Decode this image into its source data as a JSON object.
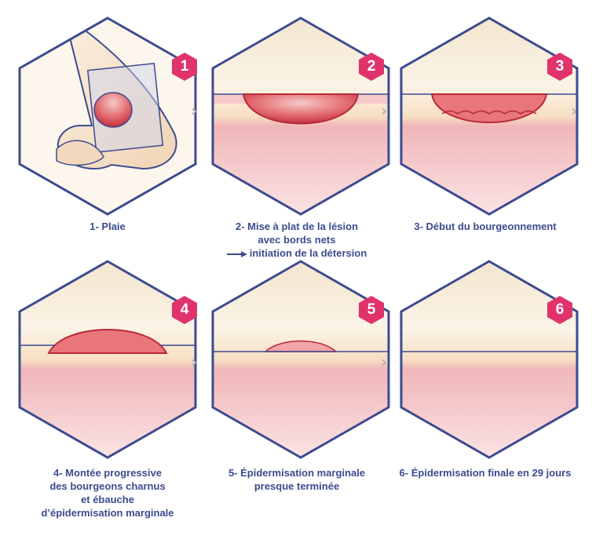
{
  "colors": {
    "outline": "#3d4b8f",
    "badge": "#e0336b",
    "arrow": "#b3b3b3",
    "skin": "#f7e3c7",
    "dermis": "#f5c9cd",
    "wound": "#d9434f"
  },
  "steps": [
    {
      "number": "1",
      "caption": [
        "1- Plaie"
      ]
    },
    {
      "number": "2",
      "caption": [
        "2- Mise à plat de la lésion",
        "avec bords nets",
        "initiation de la détersion"
      ]
    },
    {
      "number": "3",
      "caption": [
        "3- Début du bourgeonnement"
      ]
    },
    {
      "number": "4",
      "caption": [
        "4- Montée progressive",
        "des bourgeons charnus",
        "et ébauche",
        "d’épidermisation marginale"
      ]
    },
    {
      "number": "5",
      "caption": [
        "5- Épidermisation marginale",
        "presque terminée"
      ]
    },
    {
      "number": "6",
      "caption": [
        "6- Épidermisation finale en 29 jours"
      ]
    }
  ],
  "arrows": [
    "›",
    "›",
    "›",
    "›",
    "›"
  ],
  "icons": {
    "step_arrow": "right-arrow-icon",
    "flow": "chevron-right-icon"
  }
}
